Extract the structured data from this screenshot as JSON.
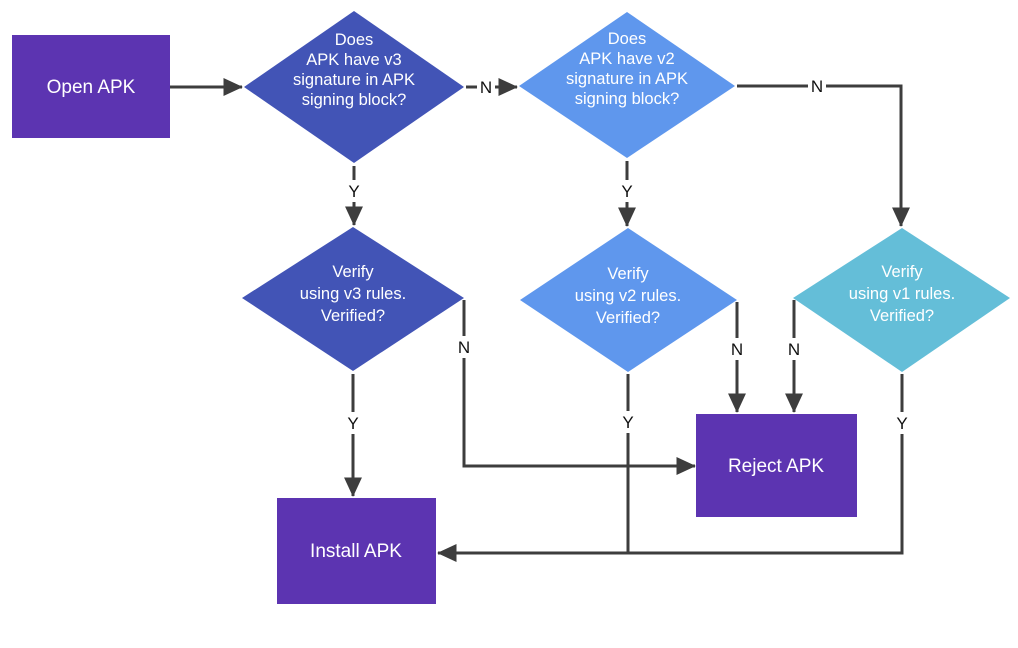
{
  "colors": {
    "background": "#FFFFFF",
    "process_fill": "#5C34B1",
    "decision_v3_fill": "#4254B6",
    "decision_v2_fill": "#5F97ED",
    "decision_v1_fill": "#64BED8",
    "node_text": "#FFFFFF",
    "arrow": "#3D3D3D",
    "edge_label_text": "#111111"
  },
  "nodes": {
    "open_apk": {
      "label": "Open APK"
    },
    "q_v3": {
      "lines": [
        "Does",
        "APK have v3",
        "signature in APK",
        "signing block?"
      ]
    },
    "q_v2": {
      "lines": [
        "Does",
        "APK have v2",
        "signature in APK",
        "signing block?"
      ]
    },
    "verify_v3": {
      "lines": [
        "Verify",
        "using v3 rules.",
        "Verified?"
      ]
    },
    "verify_v2": {
      "lines": [
        "Verify",
        "using v2 rules.",
        "Verified?"
      ]
    },
    "verify_v1": {
      "lines": [
        "Verify",
        "using v1 rules.",
        "Verified?"
      ]
    },
    "reject_apk": {
      "label": "Reject APK"
    },
    "install_apk": {
      "label": "Install APK"
    }
  },
  "edge_labels": {
    "q_v3_no": "N",
    "q_v3_yes": "Y",
    "q_v2_no": "N",
    "q_v2_yes": "Y",
    "verify_v3_no": "N",
    "verify_v3_yes": "Y",
    "verify_v2_no": "N",
    "verify_v2_yes": "Y",
    "verify_v1_no": "N",
    "verify_v1_yes": "Y"
  }
}
